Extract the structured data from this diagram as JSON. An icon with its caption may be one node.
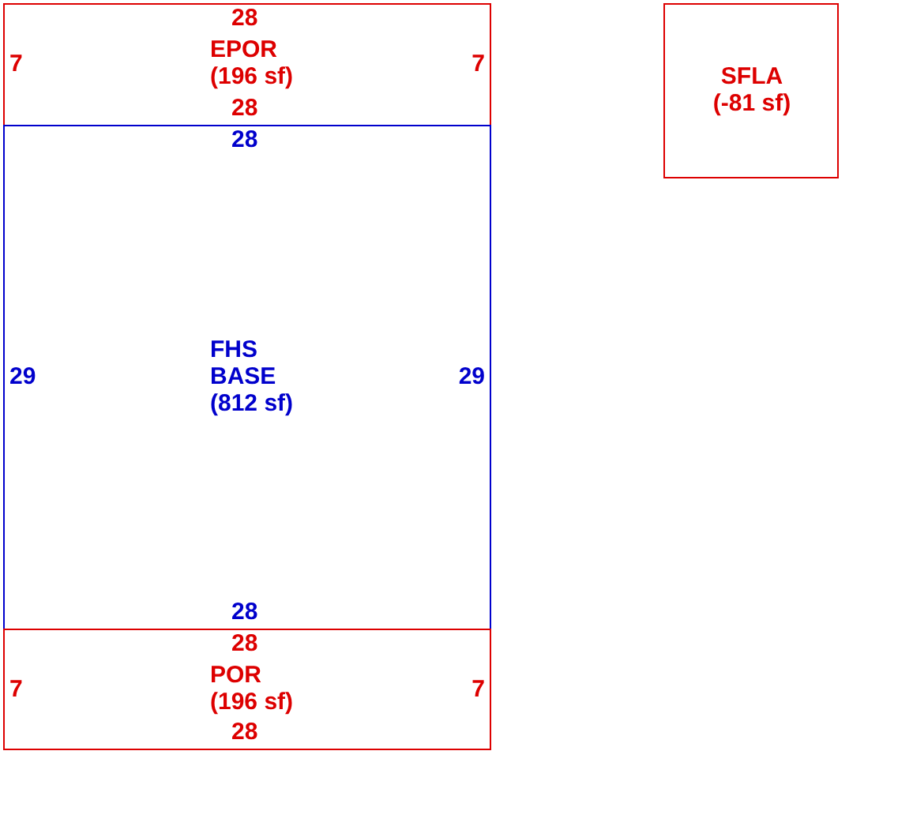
{
  "diagram": {
    "nodes": [
      {
        "text": [
          "28",
          "7",
          "EPOR (196 sf)",
          "7",
          "28"
        ]
      },
      {
        "text": [
          "28",
          "29",
          "FHS BASE (812 sf)",
          "29",
          "28"
        ]
      },
      {
        "text": [
          "28",
          "7",
          "POR (196 sf)",
          "7",
          "28"
        ]
      },
      {
        "text": [
          "SFLA (-81 sf)"
        ]
      }
    ]
  }
}
